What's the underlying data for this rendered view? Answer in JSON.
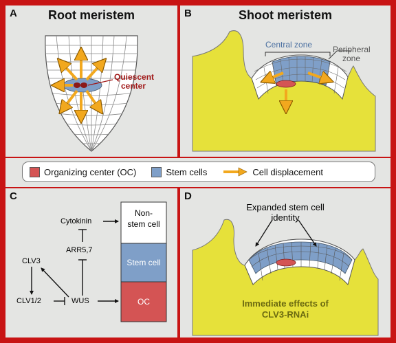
{
  "panels": {
    "a": {
      "letter": "A",
      "title": "Root meristem",
      "quiescent_label_1": "Quiescent",
      "quiescent_label_2": "center"
    },
    "b": {
      "letter": "B",
      "title": "Shoot meristem",
      "central_zone": "Central zone",
      "peripheral_zone_1": "Peripheral",
      "peripheral_zone_2": "zone"
    },
    "c": {
      "letter": "C",
      "cytokinin": "Cytokinin",
      "arr": "ARR5,7",
      "clv3": "CLV3",
      "clv12": "CLV1/2",
      "wus": "WUS",
      "nonstem_1": "Non-",
      "nonstem_2": "stem cell",
      "stem_cell": "Stem cell",
      "oc": "OC"
    },
    "d": {
      "letter": "D",
      "expanded_1": "Expanded stem cell",
      "expanded_2": "identity",
      "effects_1": "Immediate effects of",
      "effects_2": "CLV3-RNAi"
    }
  },
  "legend": {
    "organizing_center": "Organizing center (OC)",
    "stem_cells": "Stem cells",
    "cell_displacement": "Cell displacement"
  },
  "colors": {
    "frame": "#c81414",
    "panel_bg": "#e4e5e3",
    "tissue": "#e6e13a",
    "stem": "#7f9fc8",
    "organizing": "#d45454",
    "arrow": "#f2a81e",
    "quiescent_text": "#a01818",
    "zone_text": "#4a6fa0",
    "effects_text": "#6b6a10"
  }
}
